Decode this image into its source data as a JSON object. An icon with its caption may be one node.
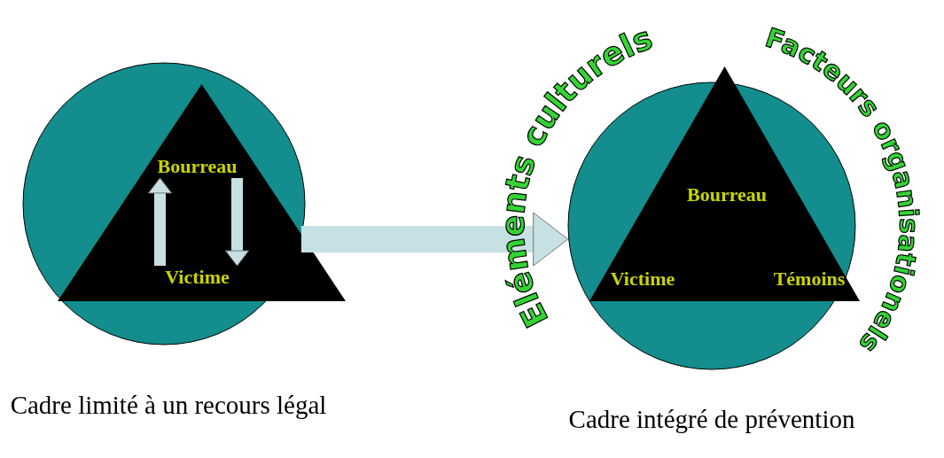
{
  "diagram": {
    "nodes": [
      {
        "text": [],
        "shape": "circle",
        "beside": [
          "Cadre limité à un recours légal"
        ]
      },
      {
        "text": [],
        "shape": "triangle",
        "in": 0
      },
      {
        "text": [
          "Bourreau"
        ],
        "in": 1
      },
      {
        "text": [
          "Victime"
        ],
        "in": 1
      },
      {
        "text": [],
        "shape": "circle",
        "beside": [
          "Cadre intégré de prévention"
        ]
      },
      {
        "text": [
          "Bourreau",
          "Victime",
          "Témoins"
        ],
        "in": 4
      }
    ],
    "edges": [
      {
        "from": 0,
        "to": 4,
        "arrow": "to",
        "style": "thick"
      },
      {
        "from": 3,
        "to": 2,
        "arrow": "to"
      },
      {
        "from": 2,
        "to": 3,
        "arrow": "to"
      }
    ],
    "labels": [
      "Eléments culturels",
      "Facteurs organisationels"
    ]
  }
}
